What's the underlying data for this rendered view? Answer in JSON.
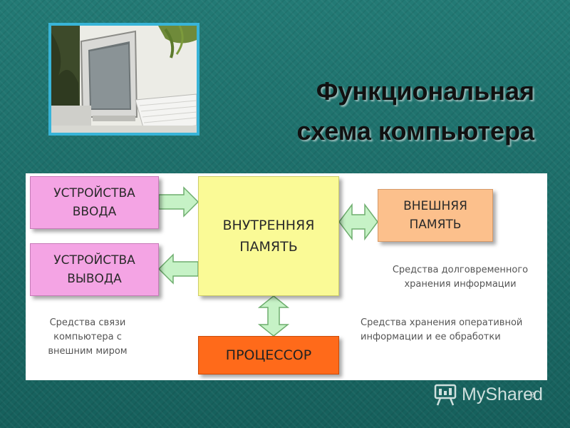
{
  "title": {
    "line1": "Функциональная",
    "line2": "схема компьютера"
  },
  "boxes": {
    "input": "УСТРОЙСТВА ВВОДА",
    "output": "УСТРОЙСТВА ВЫВОДА",
    "internal_memory": "ВНУТРЕННЯЯ ПАМЯТЬ",
    "external_memory": "ВНЕШНЯЯ ПАМЯТЬ",
    "processor": "ПРОЦЕССОР"
  },
  "captions": {
    "long_term_storage": "Средства долговременного хранения информации",
    "communication": "Средства связи компьютера с внешним миром",
    "operational": "Средства хранения оперативной информации и ее обработки"
  },
  "watermark": {
    "brand": "MyShared",
    "page_number": "2"
  },
  "colors": {
    "background": "#1d6b67",
    "io_box": "#f4a4e4",
    "internal_memory_box": "#fafa96",
    "external_memory_box": "#fcc08c",
    "processor_box": "#ff6a1a",
    "arrow_fill": "#c6f2c6",
    "photo_border": "#38b4d8"
  }
}
